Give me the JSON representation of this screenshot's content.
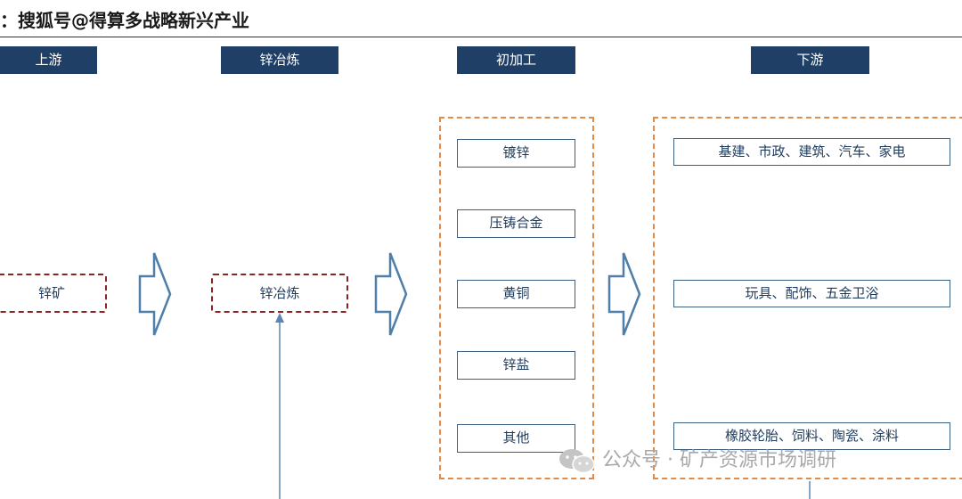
{
  "header": {
    "title": "：搜狐号@得算多战略新兴产业"
  },
  "stages": [
    {
      "label": "上游"
    },
    {
      "label": "锌冶炼"
    },
    {
      "label": "初加工"
    },
    {
      "label": "下游"
    }
  ],
  "nodes": {
    "ore": "锌矿",
    "smelting": "锌冶炼"
  },
  "processing": [
    {
      "label": "镀锌"
    },
    {
      "label": "压铸合金"
    },
    {
      "label": "黄铜"
    },
    {
      "label": "锌盐"
    },
    {
      "label": "其他"
    }
  ],
  "downstream": [
    {
      "label": "基建、市政、建筑、汽车、家电"
    },
    {
      "label": "玩具、配饰、五金卫浴"
    },
    {
      "label": "橡胶轮胎、饲料、陶瓷、涂料"
    }
  ],
  "watermark": {
    "text": "公众号 · 矿产资源市场调研",
    "icon": "wechat-icon"
  },
  "colors": {
    "header_fill": "#1f3f66",
    "group_border": "#e08a4c",
    "node_border_red": "#8c2222",
    "arrow": "#4f7ea8"
  }
}
